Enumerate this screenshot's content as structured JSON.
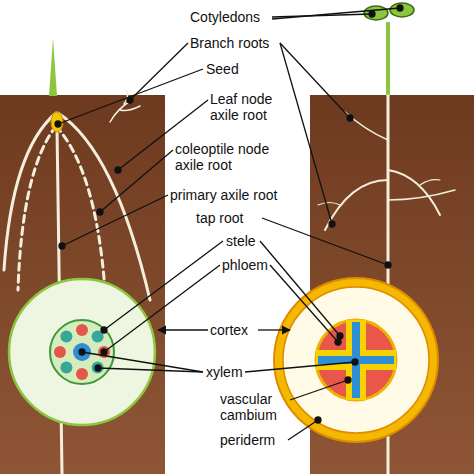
{
  "diagram": {
    "labels": [
      "Cotyledons",
      "Branch roots",
      "Seed",
      "Leaf node axile root",
      "coleoptile node axile root",
      "primary axile root",
      "tap root",
      "stele",
      "phloem",
      "cortex",
      "xylem",
      "vascular cambium",
      "periderm"
    ]
  }
}
